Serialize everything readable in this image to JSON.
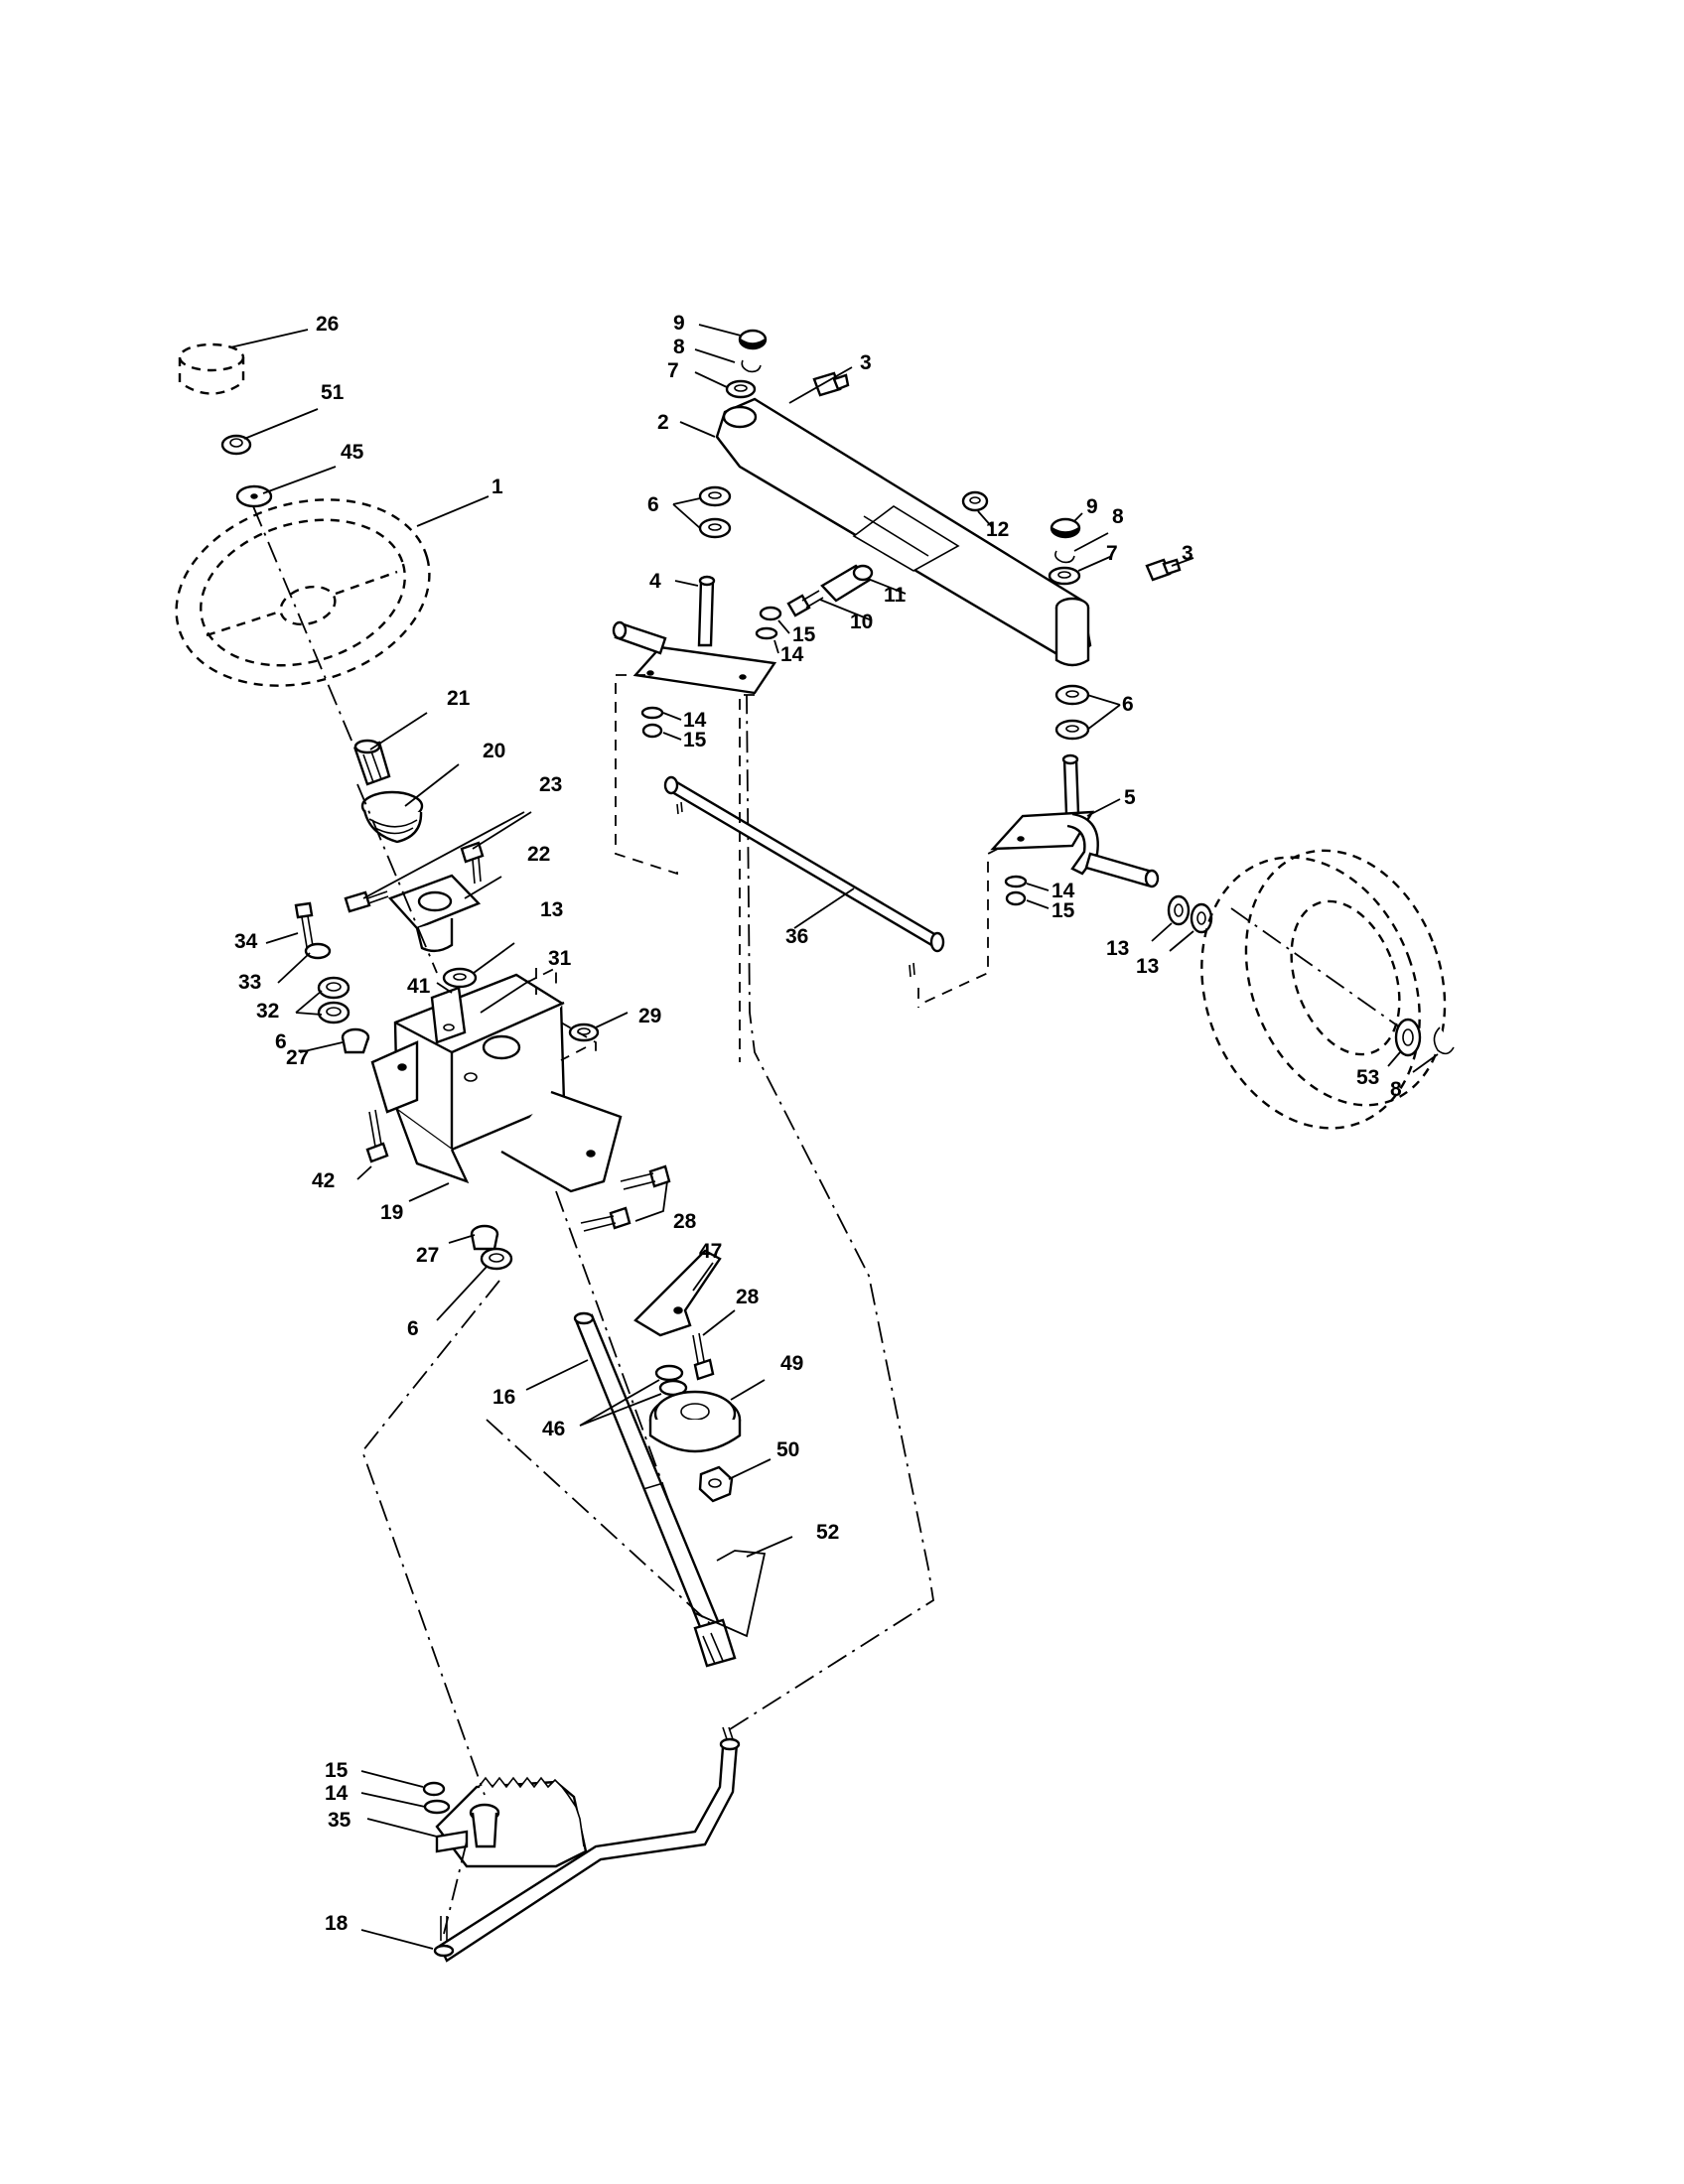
{
  "labels": [
    {
      "text": "26"
    },
    {
      "text": "51"
    },
    {
      "text": "45"
    },
    {
      "text": "1"
    },
    {
      "text": "21"
    },
    {
      "text": "20"
    },
    {
      "text": "23"
    },
    {
      "text": "22"
    },
    {
      "text": "34"
    },
    {
      "text": "33"
    },
    {
      "text": "32"
    },
    {
      "text": "6"
    },
    {
      "text": "27"
    },
    {
      "text": "13"
    },
    {
      "text": "41"
    },
    {
      "text": "31"
    },
    {
      "text": "29"
    },
    {
      "text": "42"
    },
    {
      "text": "19"
    },
    {
      "text": "28"
    },
    {
      "text": "27"
    },
    {
      "text": "6"
    },
    {
      "text": "47"
    },
    {
      "text": "28"
    },
    {
      "text": "49"
    },
    {
      "text": "16"
    },
    {
      "text": "46"
    },
    {
      "text": "50"
    },
    {
      "text": "52"
    },
    {
      "text": "15"
    },
    {
      "text": "14"
    },
    {
      "text": "35"
    },
    {
      "text": "18"
    },
    {
      "text": "9"
    },
    {
      "text": "8"
    },
    {
      "text": "7"
    },
    {
      "text": "3"
    },
    {
      "text": "2"
    },
    {
      "text": "6"
    },
    {
      "text": "4"
    },
    {
      "text": "12"
    },
    {
      "text": "9"
    },
    {
      "text": "8"
    },
    {
      "text": "7"
    },
    {
      "text": "3"
    },
    {
      "text": "11"
    },
    {
      "text": "10"
    },
    {
      "text": "15"
    },
    {
      "text": "14"
    },
    {
      "text": "14"
    },
    {
      "text": "15"
    },
    {
      "text": "6"
    },
    {
      "text": "5"
    },
    {
      "text": "36"
    },
    {
      "text": "14"
    },
    {
      "text": "15"
    },
    {
      "text": "13"
    },
    {
      "text": "13"
    },
    {
      "text": "53"
    },
    {
      "text": "8"
    }
  ]
}
